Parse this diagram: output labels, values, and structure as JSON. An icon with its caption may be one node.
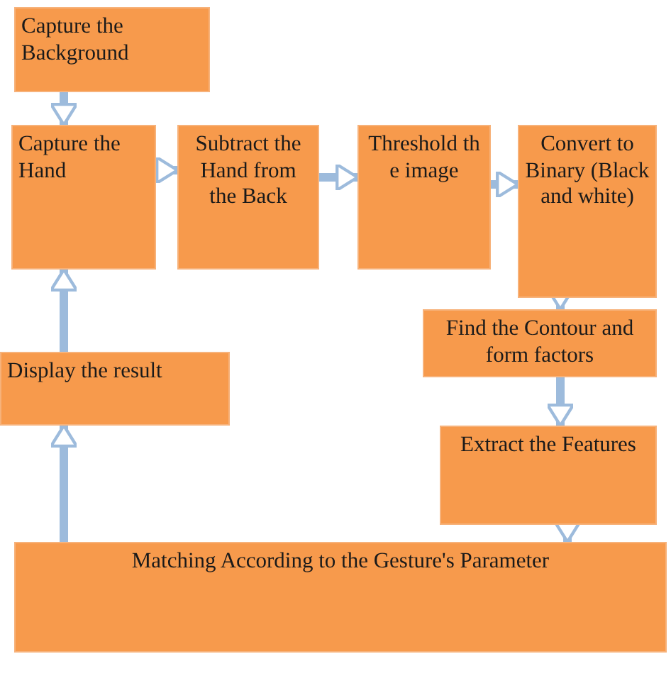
{
  "diagram": {
    "nodes": [
      {
        "text": [
          "Capture the Background"
        ]
      },
      {
        "text": [
          "Capture the Hand"
        ]
      },
      {
        "text": [
          "Subtract the Hand from the Back"
        ]
      },
      {
        "text": [
          "Threshold the image"
        ]
      },
      {
        "text": [
          "Convert to Binary (Black and white)"
        ]
      },
      {
        "text": [
          "Find the Contour and form factors"
        ]
      },
      {
        "text": [
          "Display the result"
        ]
      },
      {
        "text": [
          "Extract the Features"
        ]
      },
      {
        "text": [
          "Matching According to the Gesture's Parameter"
        ]
      }
    ],
    "edges": [
      {
        "from": 0,
        "to": 1,
        "arrow": "to"
      },
      {
        "from": 1,
        "to": 2,
        "arrow": "to"
      },
      {
        "from": 2,
        "to": 3,
        "arrow": "to"
      },
      {
        "from": 3,
        "to": 4,
        "arrow": "to"
      },
      {
        "from": 4,
        "to": 5,
        "arrow": "to"
      },
      {
        "from": 5,
        "to": 7,
        "arrow": "to"
      },
      {
        "from": 7,
        "to": 8,
        "arrow": "to"
      },
      {
        "from": 8,
        "to": 6,
        "arrow": "to"
      },
      {
        "from": 6,
        "to": 1,
        "arrow": "to"
      }
    ]
  }
}
